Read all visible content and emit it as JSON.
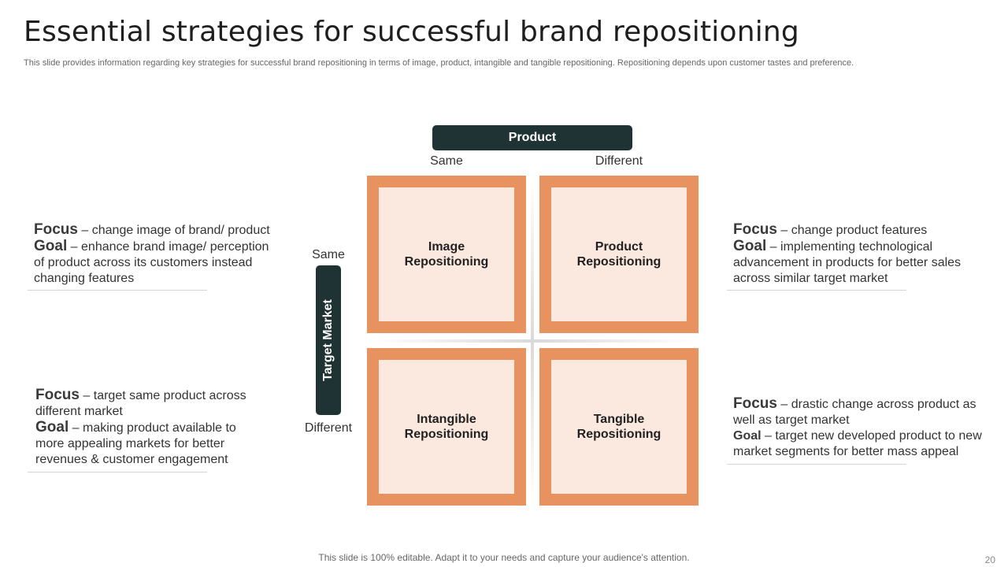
{
  "title": "Essential strategies for successful brand repositioning",
  "subtitle": "This slide provides information regarding key strategies for successful brand repositioning in terms of image, product, intangible and tangible repositioning. Repositioning depends upon customer tastes and preference.",
  "product_axis": {
    "label": "Product",
    "same": "Same",
    "different": "Different"
  },
  "market_axis": {
    "label": "Target Market",
    "same": "Same",
    "different": "Different"
  },
  "quadrants": {
    "top_left": {
      "line1": "Image",
      "line2": "Repositioning"
    },
    "top_right": {
      "line1": "Product",
      "line2": "Repositioning"
    },
    "bottom_left": {
      "line1": "Intangible",
      "line2": "Repositioning"
    },
    "bottom_right": {
      "line1": "Tangible",
      "line2": "Repositioning"
    }
  },
  "descriptions": {
    "top_left": {
      "focus_label": "Focus",
      "focus_text": " – change image of brand/ product",
      "goal_label": "Goal",
      "goal_text": " – enhance brand image/ perception of product across its customers instead changing features"
    },
    "top_right": {
      "focus_label": "Focus",
      "focus_text": " – change product features",
      "goal_label": "Goal",
      "goal_text": " – implementing technological advancement in products for better sales across similar target market"
    },
    "bottom_left": {
      "focus_label": "Focus",
      "focus_text": " – target same product across different market",
      "goal_label": "Goal",
      "goal_text": " – making product available to more appealing markets for better revenues & customer engagement"
    },
    "bottom_right": {
      "focus_label": "Focus",
      "focus_text": " – drastic change across product as well as target market",
      "goal_label": "Goal",
      "goal_text": " – target new developed product to new market segments for better mass appeal"
    }
  },
  "footer": "This slide is 100% editable. Adapt it to your needs and capture your audience's attention.",
  "page_number": "20",
  "colors": {
    "accent": "#e8925f",
    "quadrant_fill": "#fbe8df",
    "dark_bar": "#1f3234"
  }
}
